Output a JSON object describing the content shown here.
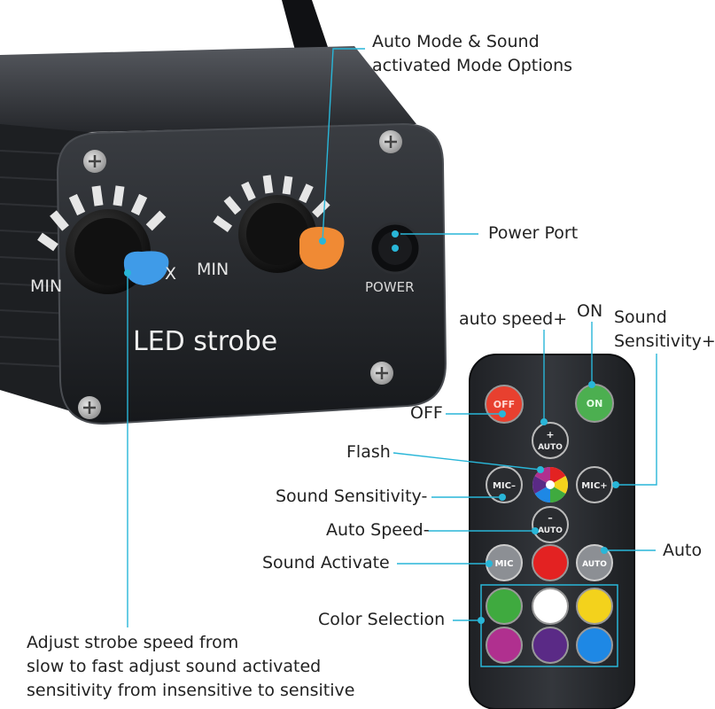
{
  "device": {
    "brand_text": "LED strobe",
    "knob_left_min": "MIN",
    "knob_left_max_partial": "X",
    "knob_right_min": "MIN",
    "power_label": "POWER"
  },
  "remote": {
    "buttons": {
      "off": "OFF",
      "on": "ON",
      "auto_plus_sign": "+",
      "auto_plus_text": "AUTO",
      "mic_minus": "MIC–",
      "mic_plus": "MIC+",
      "auto_minus_sign": "–",
      "auto_minus_text": "AUTO",
      "mic": "MIC",
      "auto": "AUTO"
    },
    "colors": {
      "off": "#e8402f",
      "on": "#4caf50",
      "red": "#e32222",
      "green": "#3faa3f",
      "white": "#ffffff",
      "yellow": "#f3d21c",
      "magenta": "#b0308f",
      "purple": "#5a2a86",
      "blue": "#1e88e5"
    }
  },
  "callouts": {
    "auto_mode": [
      "Auto Mode & Sound",
      "activated Mode Options"
    ],
    "power_port": "Power Port",
    "auto_speed_plus": "auto speed+",
    "on": "ON",
    "sound_sens_plus": [
      "Sound",
      "Sensitivity+"
    ],
    "off": "OFF",
    "flash": "Flash",
    "sound_sens_minus": "Sound Sensitivity-",
    "auto_speed_minus": "Auto Speed-",
    "sound_activate": "Sound Activate",
    "auto": "Auto",
    "color_selection": "Color Selection",
    "adjust_note": [
      "Adjust strobe speed from",
      "slow to fast adjust sound activated",
      "sensitivity from insensitive to sensitive"
    ]
  },
  "accent_colors": {
    "leader_line": "#29b6d8",
    "knob_blue": "#3f9be8",
    "knob_orange": "#f08a34"
  }
}
